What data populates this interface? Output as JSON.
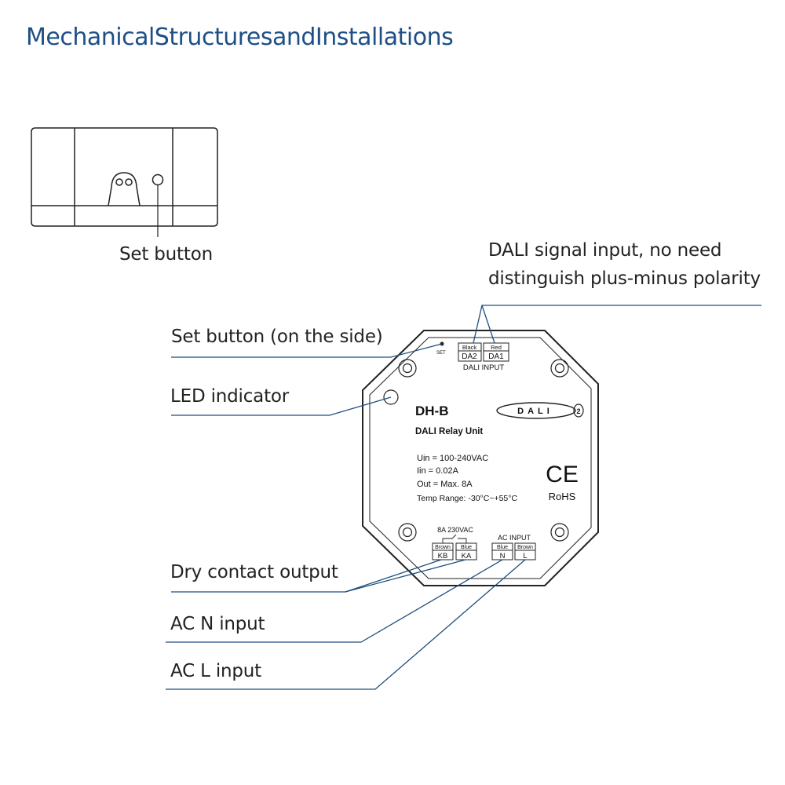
{
  "title": "MechanicalStructuresandInstallations",
  "side_view": {
    "set_button_label": "Set button"
  },
  "callouts": {
    "dali_signal_line1": "DALI signal input, no need",
    "dali_signal_line2": "distinguish plus-minus polarity",
    "set_button_side": "Set button (on the side)",
    "led_indicator": "LED indicator",
    "dry_contact_output": "Dry contact output",
    "ac_n_input": "AC N input",
    "ac_l_input": "AC L input"
  },
  "device": {
    "set_marker": "SET",
    "dali_terminals": [
      {
        "wire": "Black",
        "name": "DA2"
      },
      {
        "wire": "Red",
        "name": "DA1"
      }
    ],
    "dali_input_label": "DALI INPUT",
    "model": "DH-B",
    "subtitle": "DALI Relay Unit",
    "dali_logo": "DALI",
    "dali_logo_version": "2",
    "specs": [
      "Uin  = 100-240VAC",
      "Iin   = 0.02A",
      "Out = Max. 8A",
      "Temp Range: -30°C~+55°C"
    ],
    "ce_mark": "CE",
    "rohs": "RoHS",
    "relay_rating": "8A 230VAC",
    "relay_terminals": [
      {
        "wire": "Brown",
        "name": "KB"
      },
      {
        "wire": "Blue",
        "name": "KA"
      }
    ],
    "ac_input_label": "AC INPUT",
    "ac_terminals": [
      {
        "wire": "Blue",
        "name": "N"
      },
      {
        "wire": "Brown",
        "name": "L"
      }
    ]
  }
}
